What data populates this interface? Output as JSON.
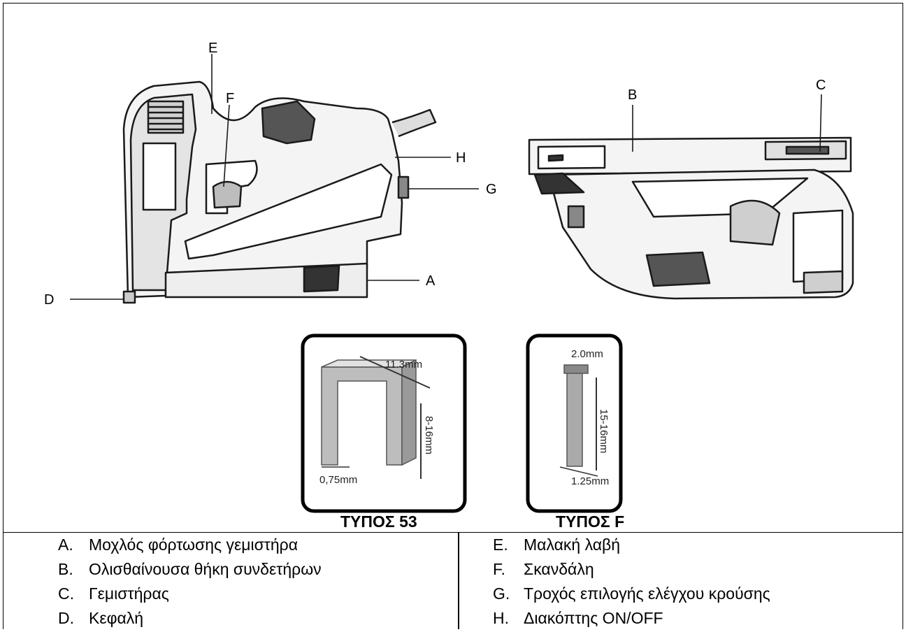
{
  "callouts": {
    "A": "A",
    "B": "B",
    "C": "C",
    "D": "D",
    "E": "E",
    "F": "F",
    "G": "G",
    "H": "H"
  },
  "staple_type_53": {
    "caption": "ΤΥΠΟΣ 53",
    "width": "11.3mm",
    "length": "8-16mm",
    "thickness": "0,75mm"
  },
  "staple_type_f": {
    "caption": "ΤΥΠΟΣ F",
    "width": "2.0mm",
    "length": "15-16mm",
    "thickness": "1.25mm"
  },
  "legend": {
    "left": [
      {
        "letter": "A.",
        "text": "Μοχλός φόρτωσης γεμιστήρα"
      },
      {
        "letter": "B.",
        "text": "Ολισθαίνουσα θήκη συνδετήρων"
      },
      {
        "letter": "C.",
        "text": "Γεμιστήρας"
      },
      {
        "letter": "D.",
        "text": "Κεφαλή"
      }
    ],
    "right": [
      {
        "letter": "E.",
        "text": "Μαλακή λαβή"
      },
      {
        "letter": "F.",
        "text": "Σκανδάλη"
      },
      {
        "letter": "G.",
        "text": "Τροχός επιλογής ελέγχου κρούσης"
      },
      {
        "letter": "H.",
        "text": "Διακόπτης ON/OFF"
      }
    ]
  }
}
